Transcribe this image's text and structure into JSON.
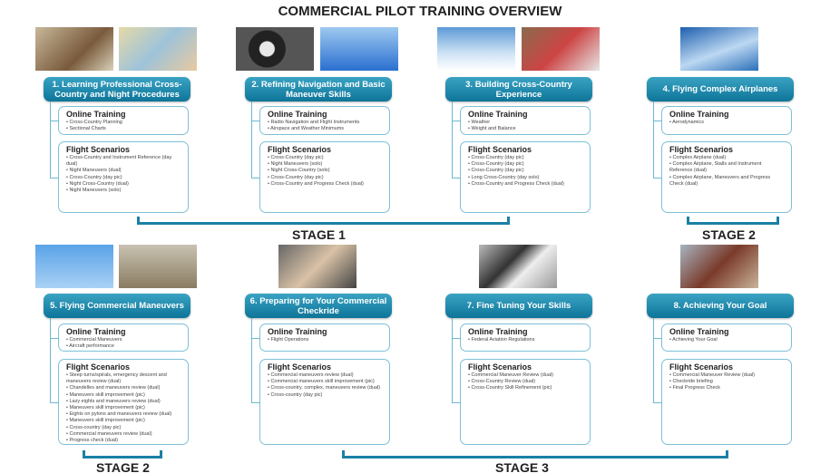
{
  "title": "COMMERCIAL PILOT TRAINING OVERVIEW",
  "online_heading": "Online Training",
  "flight_heading": "Flight Scenarios",
  "modules": [
    {
      "title": "1. Learning Professional Cross-Country and Night Procedures",
      "online": [
        "Cross-Country Planning",
        "Sectional Charts"
      ],
      "flight": [
        "Cross-Country and Instrument Reference (day dual)",
        "Night Maneuvers (dual)",
        "Cross-Country (day pic)",
        "Night Cross-Country (dual)",
        "Night Maneuvers (solo)"
      ]
    },
    {
      "title": "2. Refining Navigation and Basic Maneuver Skills",
      "online": [
        "Radio Navigation and Flight Instruments",
        "Airspace and Weather Minimums"
      ],
      "flight": [
        "Cross-Country (day pic)",
        "Night Maneuvers (solo)",
        "Night Cross-Country (solo)",
        "Cross-Country (day pic)",
        "Cross-Country and Progress Check (dual)"
      ]
    },
    {
      "title": "3. Building Cross-Country Experience",
      "online": [
        "Weather",
        "Weight and Balance"
      ],
      "flight": [
        "Cross-Country (day pic)",
        "Cross-Country (day pic)",
        "Cross-Country (day pic)",
        "Long Cross-Country (day solo)",
        "Cross-Country and Progress Check (dual)"
      ]
    },
    {
      "title": "4. Flying Complex Airplanes",
      "online": [
        "Aerodynamics"
      ],
      "flight": [
        "Complex Airplane (dual)",
        "Complex Airplane, Stalls and Instrument Reference (dual)",
        "Complex Airplane, Maneuvers and Progress Check (dual)"
      ]
    },
    {
      "title": "5. Flying Commercial Maneuvers",
      "online": [
        "Commercial Maneuvers",
        "Aircraft performance"
      ],
      "flight": [
        "Steep turns/spirals, emergency descent and maneuvers review (dual)",
        "Chandelles and maneuvers review (dual)",
        "Maneuvers skill improvement (pic)",
        "Lazy eights and maneuvers review (dual)",
        "Maneuvers skill improvement (pic)",
        "Eights on pylons and maneuvers review (dual)",
        "Maneuvers skill improvement (pic)",
        "Cross-country (day pic)",
        "Commercial maneuvers review (dual)",
        "Progress check (dual)"
      ]
    },
    {
      "title": "6. Preparing for Your Commercial Checkride",
      "online": [
        "Flight Operations"
      ],
      "flight": [
        "Commercial maneuvers review (dual)",
        "Commercial maneuvers skill improvement (pic)",
        "Cross-country, complex, maneuvers review (dual)",
        "Cross-country (day pic)"
      ]
    },
    {
      "title": "7. Fine Tuning Your Skills",
      "online": [
        "Federal Aviation Regulations"
      ],
      "flight": [
        "Commercial Maneuver Review (dual)",
        "Cross-Country Review (dual)",
        "Cross-Country Skill Refinement (pic)"
      ]
    },
    {
      "title": "8. Achieving Your Goal",
      "online": [
        "Achieving Your Goal"
      ],
      "flight": [
        "Commercial Maneuver Review (dual)",
        "Checkride briefing",
        "Final Progress Check"
      ]
    }
  ],
  "stages": {
    "s1": "STAGE 1",
    "s2a": "STAGE 2",
    "s2b": "STAGE 2",
    "s3": "STAGE 3"
  }
}
